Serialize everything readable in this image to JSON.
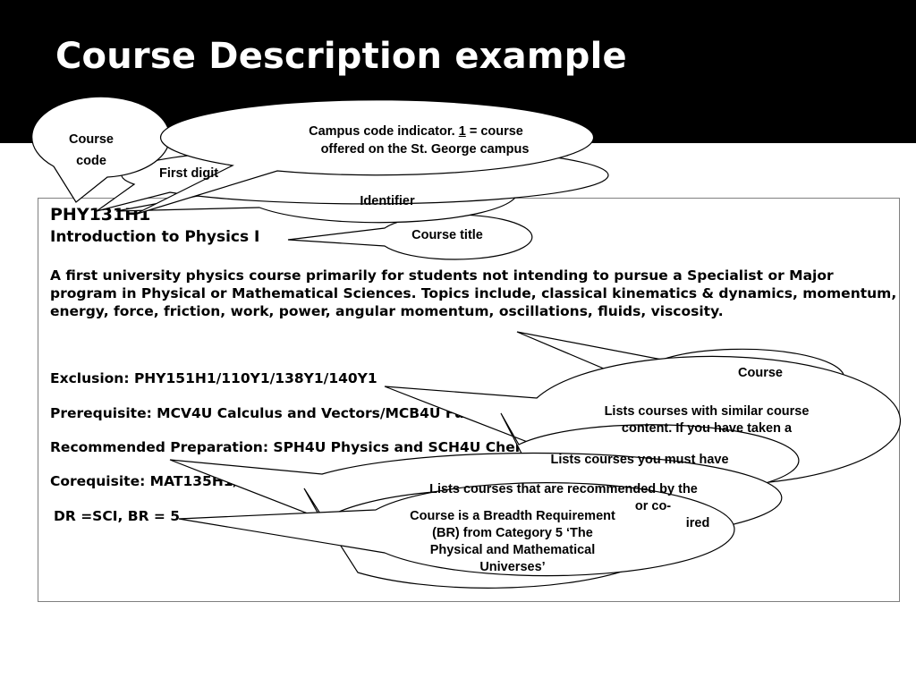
{
  "slide": {
    "title": "Course Description example"
  },
  "course": {
    "code": "PHY131H1",
    "title": "Introduction to Physics I",
    "description": "A  first university physics course primarily for students not intending to pursue a Specialist or Major program in Physical or Mathematical Sciences. Topics include, classical kinematics & dynamics, momentum, energy, force, friction, work, power, angular momentum, oscillations, fluids, viscosity.",
    "exclusion": "Exclusion: PHY151H1/110Y1/138Y1/140Y1",
    "prerequisite": "Prerequisite: MCV4U Calculus and Vectors/MCB4U Functions",
    "recommended": "Recommended Preparation: SPH4U Physics and SCH4U Chemistry",
    "corequisite": "Corequisite: MAT135H1/137Y1/157Y1",
    "breadth": "DR =SCI, BR = 5"
  },
  "callouts": {
    "course_code_line1": "Course",
    "course_code_line2": "code",
    "first_digit": "First digit",
    "identifier": "Identifier",
    "campus_line1_a": "Campus code indicator.  ",
    "campus_line1_num": "1",
    "campus_line1_b": " = course",
    "campus_line2": "offered on the St. George campus",
    "course_title": "Course  title",
    "course_desc": "Course",
    "similar_line1": "Lists courses with similar course",
    "similar_line2": "content. If you have taken a",
    "must_have": "Lists courses you must have",
    "recommended_line1": "Lists courses that are recommended by the",
    "recommended_line2": "or co-",
    "recommended_line3": "ired",
    "breadth_line1": "Course is a Breadth Requirement",
    "breadth_line2": "(BR) from Category 5 ‘The",
    "breadth_line3": "Physical and Mathematical",
    "breadth_line4": "Universes’"
  }
}
